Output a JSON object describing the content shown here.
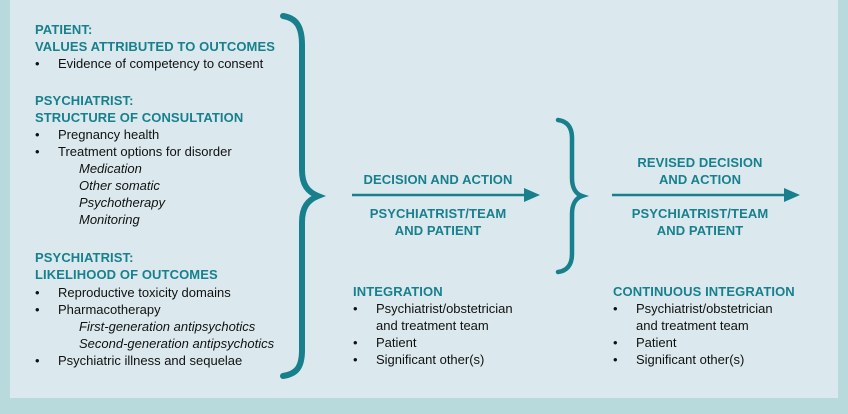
{
  "colors": {
    "accent": "#17808c",
    "panel": "#dbe9ee",
    "border": "#b9dadd",
    "text": "#111111"
  },
  "left": {
    "patient": {
      "heading_1": "PATIENT:",
      "heading_2": "VALUES ATTRIBUTED TO OUTCOMES",
      "bullets": [
        "Evidence of competency to consent"
      ]
    },
    "consultation": {
      "heading_1": "PSYCHIATRIST:",
      "heading_2": "STRUCTURE OF CONSULTATION",
      "bullets": [
        "Pregnancy health",
        "Treatment options for disorder"
      ],
      "sub_items": [
        "Medication",
        "Other somatic",
        "Psychotherapy",
        "Monitoring"
      ]
    },
    "likelihood": {
      "heading_1": "PSYCHIATRIST:",
      "heading_2": "LIKELIHOOD OF OUTCOMES",
      "bullets": [
        "Reproductive toxicity domains",
        "Pharmacotherapy",
        "Psychiatric illness and sequelae"
      ],
      "sub_items": [
        "First-generation antipsychotics",
        "Second-generation antipsychotics"
      ]
    }
  },
  "middle": {
    "arrow_label_top": "DECISION AND ACTION",
    "arrow_label_bottom_1": "PSYCHIATRIST/TEAM",
    "arrow_label_bottom_2": "AND PATIENT",
    "integration": {
      "heading": "INTEGRATION",
      "bullet_1_line_1": "Psychiatrist/obstetrician",
      "bullet_1_line_2": "and treatment team",
      "bullet_2": "Patient",
      "bullet_3": "Significant other(s)"
    }
  },
  "right": {
    "arrow_label_top_1": "REVISED DECISION",
    "arrow_label_top_2": "AND ACTION",
    "arrow_label_bottom_1": "PSYCHIATRIST/TEAM",
    "arrow_label_bottom_2": "AND PATIENT",
    "integration": {
      "heading": "CONTINUOUS INTEGRATION",
      "bullet_1_line_1": "Psychiatrist/obstetrician",
      "bullet_1_line_2": "and treatment team",
      "bullet_2": "Patient",
      "bullet_3": "Significant other(s)"
    }
  },
  "bullet_glyph": "•"
}
